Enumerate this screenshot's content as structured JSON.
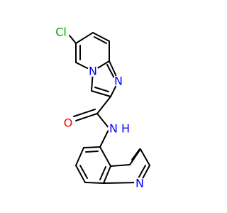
{
  "molecule": {
    "atom_labels": {
      "chlorine": "Cl",
      "bridgehead_nitrogen": "N",
      "imidazole_nitrogen": "N",
      "carbonyl_oxygen": "O",
      "amide_nitrogen": "N",
      "amide_hydrogen": "H",
      "quinoline_nitrogen": "N"
    },
    "colors": {
      "chlorine": "#00A000",
      "nitrogen": "#0000FF",
      "oxygen": "#FF0000",
      "carbon_bond": "#000000",
      "background": "#FFFFFF"
    }
  }
}
